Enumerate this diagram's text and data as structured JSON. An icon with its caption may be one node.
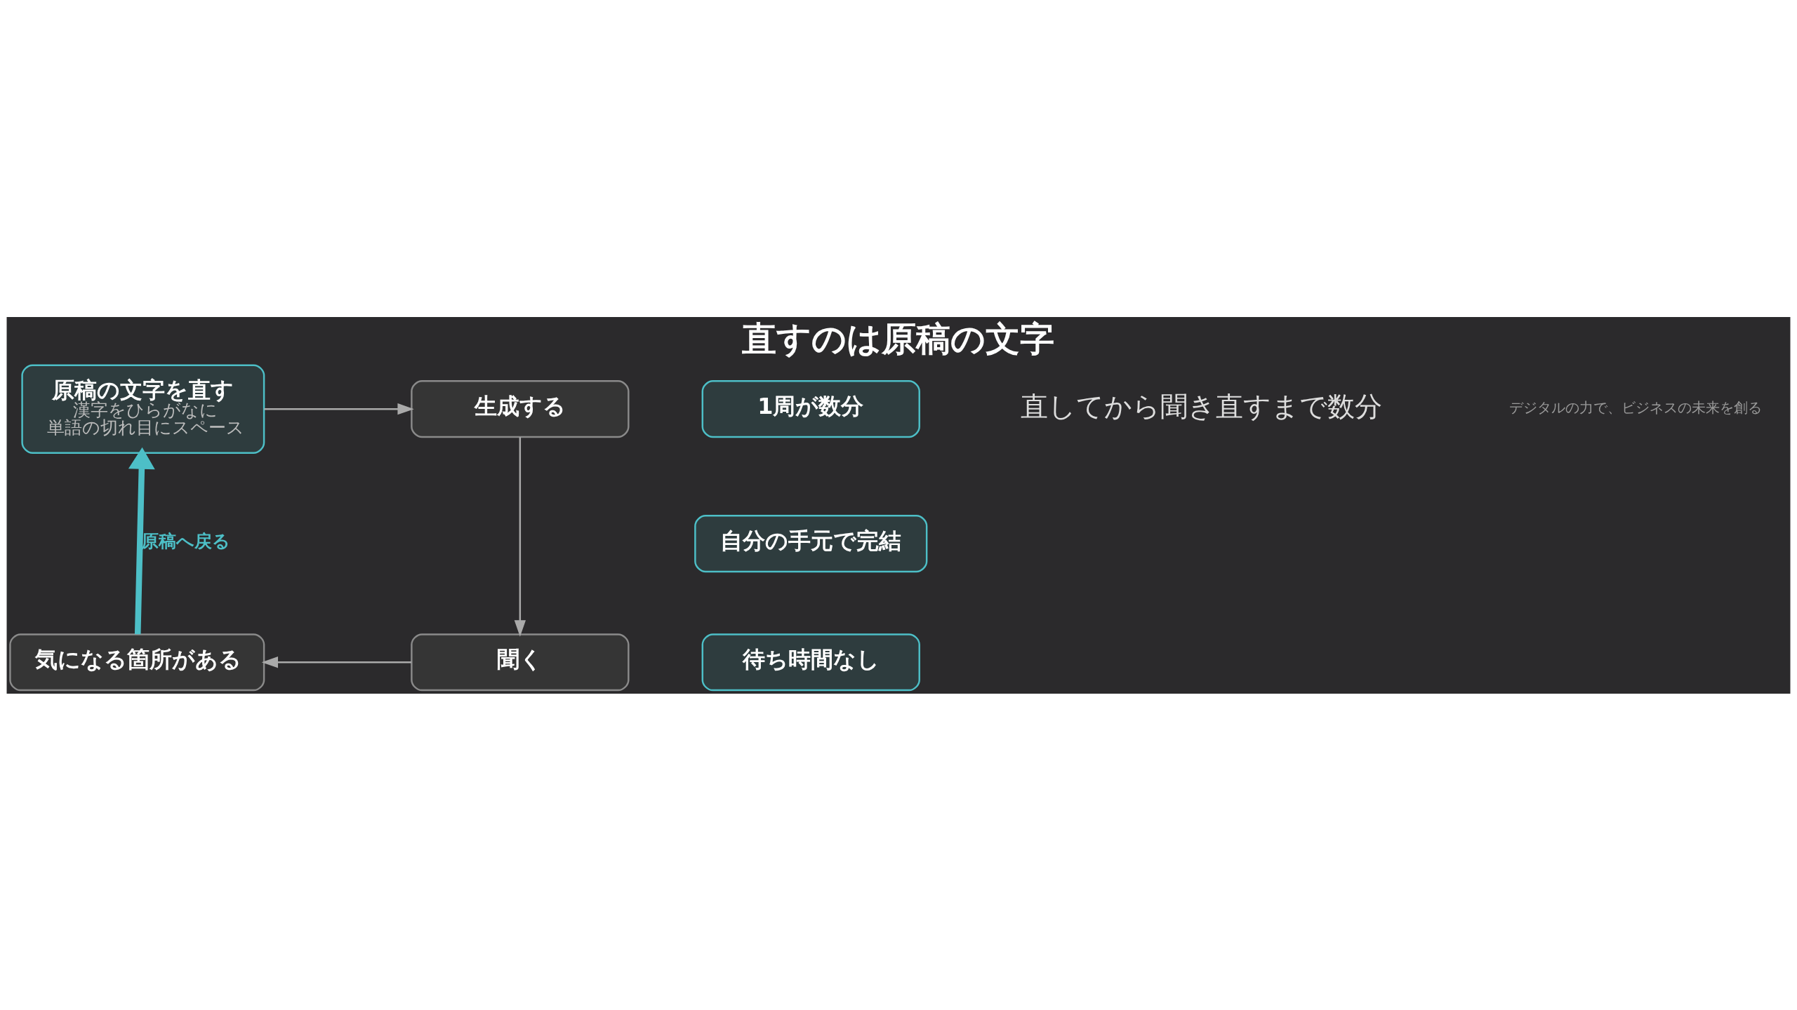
{
  "diagram": {
    "title": "直すのは原稿の文字",
    "nodes": [
      {
        "text": [
          "原稿の文字を直す",
          "漢字をひらがなに",
          "単語の切れ目にスペース"
        ]
      },
      {
        "text": [
          "生成する"
        ]
      },
      {
        "text": [
          "聞く"
        ]
      },
      {
        "text": [
          "気になる箇所がある"
        ]
      },
      {
        "text": [
          "1周が数分"
        ]
      },
      {
        "text": [
          "自分の手元で完結"
        ]
      },
      {
        "text": [
          "待ち時間なし"
        ]
      }
    ],
    "edges": [
      {
        "from": 0,
        "to": 1,
        "arrow": "to"
      },
      {
        "from": 1,
        "to": 2,
        "arrow": "to"
      },
      {
        "from": 2,
        "to": 3,
        "arrow": "to"
      },
      {
        "from": 3,
        "to": 0,
        "arrow": "to",
        "label": "原稿へ戻る",
        "style": "thick",
        "color": "#4dbfc7"
      }
    ],
    "labels": [
      "直してから聞き直すまで数分",
      "デジタルの力で、ビジネスの未来を創る"
    ]
  }
}
